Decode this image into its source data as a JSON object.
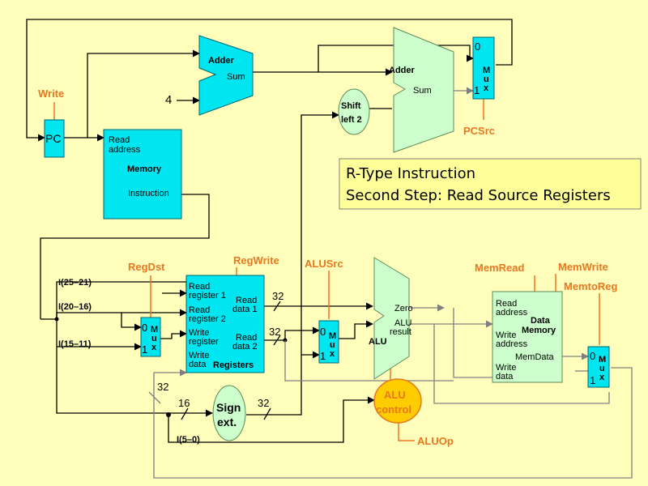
{
  "title": {
    "line1": "R-Type Instruction",
    "line2": "Second Step: Read Source Registers"
  },
  "pc": {
    "label": "PC",
    "write_signal": "Write"
  },
  "inst_memory": {
    "read_address": [
      "Read",
      "address"
    ],
    "name": "Memory",
    "output": "Instruction"
  },
  "adder1": {
    "name": "Adder",
    "sum": "Sum",
    "const": "4"
  },
  "adder2": {
    "name": "Adder",
    "sum": "Sum"
  },
  "shift": {
    "line1": "Shift",
    "line2": "left 2"
  },
  "pc_mux": {
    "in0": "0",
    "in1": "1",
    "name": [
      "M",
      "u",
      "x"
    ],
    "ctrl": "PCSrc"
  },
  "fields": {
    "rs": "I(25–21)",
    "rt": "I(20–16)",
    "rd": "I(15–11)",
    "imm": "I(5–0)"
  },
  "regdst_mux": {
    "in0": "0",
    "in1": "1",
    "name": [
      "M",
      "u",
      "x"
    ],
    "ctrl": "RegDst"
  },
  "registers": {
    "ctrl": "RegWrite",
    "rr1": [
      "Read",
      "register 1"
    ],
    "rr2": [
      "Read",
      "register 2"
    ],
    "wr": [
      "Write",
      "register"
    ],
    "wd": [
      "Write",
      "data"
    ],
    "rd1": [
      "Read",
      "data 1"
    ],
    "rd2": [
      "Read",
      "data 2"
    ],
    "name": "Registers"
  },
  "widths": {
    "rd1": "32",
    "rd2": "32",
    "sign_in": "16",
    "sign_out": "32",
    "left": "32"
  },
  "alusrc_mux": {
    "in0": "0",
    "in1": "1",
    "name": [
      "M",
      "u",
      "x"
    ],
    "ctrl": "ALUSrc"
  },
  "alu": {
    "name": "ALU",
    "zero": "Zero",
    "result": [
      "ALU",
      "result"
    ]
  },
  "alu_control": {
    "line1": "ALU",
    "line2": "control",
    "ctrl": "ALUOp"
  },
  "sign_ext": {
    "line1": "Sign",
    "line2": "ext."
  },
  "data_memory": {
    "ctrl_read": "MemRead",
    "ctrl_write": "MemWrite",
    "read_address": [
      "Read",
      "address"
    ],
    "write_address": [
      "Write",
      "address"
    ],
    "write_data": [
      "Write",
      "data"
    ],
    "name": [
      "Data",
      "Memory"
    ],
    "output": "MemData"
  },
  "memtoreg_mux": {
    "in0": "0",
    "in1": "1",
    "name": [
      "M",
      "u",
      "x"
    ],
    "ctrl": "MemtoReg"
  }
}
